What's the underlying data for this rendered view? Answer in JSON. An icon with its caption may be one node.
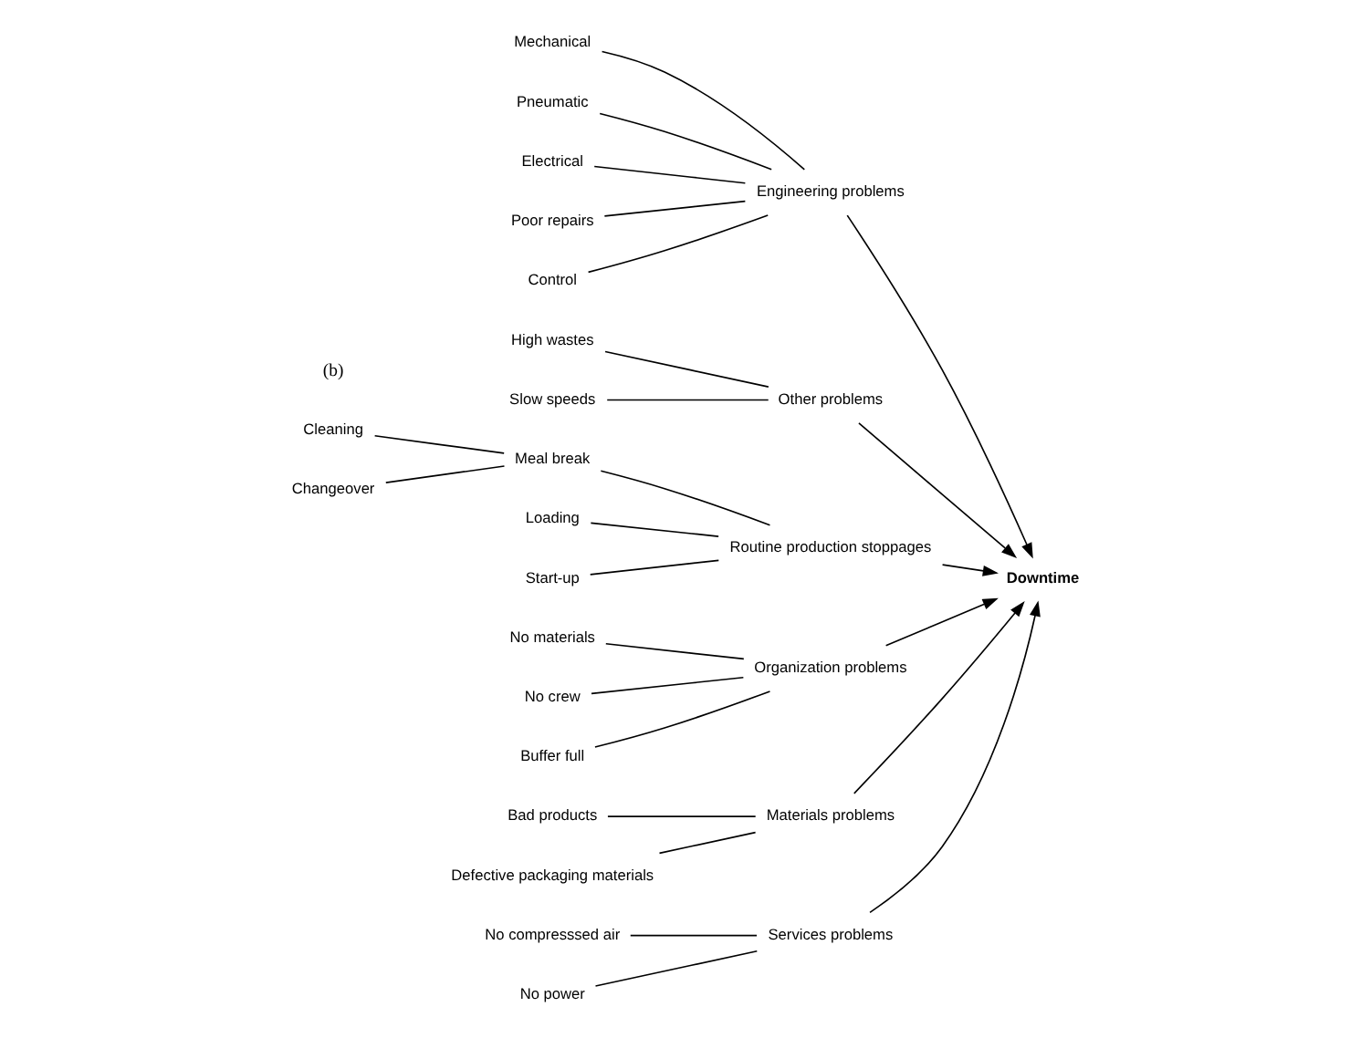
{
  "diagram": {
    "nodes": [
      {
        "text": [
          "Services problems"
        ]
      },
      {
        "text": [
          "No compresssed air"
        ]
      },
      {
        "text": [
          "No power"
        ]
      },
      {
        "text": [
          "Engineering problems"
        ]
      },
      {
        "text": [
          "Mechanical"
        ]
      },
      {
        "text": [
          "Pneumatic"
        ]
      },
      {
        "text": [
          "Electrical"
        ]
      },
      {
        "text": [
          "Poor repairs"
        ]
      },
      {
        "text": [
          "Control"
        ]
      },
      {
        "text": [
          "Other problems"
        ]
      },
      {
        "text": [
          "High wastes"
        ]
      },
      {
        "text": [
          "Slow speeds"
        ]
      },
      {
        "text": [
          "Downtime"
        ]
      },
      {
        "text": [
          "Meal break"
        ]
      },
      {
        "text": [
          "Loading"
        ]
      },
      {
        "text": [
          "Cleaning"
        ]
      },
      {
        "text": [
          "Changeover"
        ]
      },
      {
        "text": [
          "Start-up"
        ]
      },
      {
        "text": [
          "Routine production stoppages"
        ]
      },
      {
        "text": [
          "No materials"
        ]
      },
      {
        "text": [
          "No crew"
        ]
      },
      {
        "text": [
          "Buffer full"
        ]
      },
      {
        "text": [
          "Organization problems"
        ]
      },
      {
        "text": [
          "Bad products"
        ]
      },
      {
        "text": [
          "Defective packaging materials"
        ]
      },
      {
        "text": [
          "Materials problems"
        ]
      }
    ],
    "edges": [
      {
        "from": 1,
        "to": 0,
        "arrow": "none"
      },
      {
        "from": 2,
        "to": 0,
        "arrow": "none"
      },
      {
        "from": 4,
        "to": 3,
        "arrow": "none"
      },
      {
        "from": 5,
        "to": 3,
        "arrow": "none"
      },
      {
        "from": 6,
        "to": 3,
        "arrow": "none"
      },
      {
        "from": 7,
        "to": 3,
        "arrow": "none"
      },
      {
        "from": 8,
        "to": 3,
        "arrow": "none"
      },
      {
        "from": 10,
        "to": 9,
        "arrow": "none"
      },
      {
        "from": 11,
        "to": 9,
        "arrow": "none"
      },
      {
        "from": 15,
        "to": 13,
        "arrow": "none"
      },
      {
        "from": 16,
        "to": 13,
        "arrow": "none"
      },
      {
        "from": 13,
        "to": 18,
        "arrow": "none"
      },
      {
        "from": 14,
        "to": 18,
        "arrow": "none"
      },
      {
        "from": 17,
        "to": 18,
        "arrow": "none"
      },
      {
        "from": 19,
        "to": 22,
        "arrow": "none"
      },
      {
        "from": 20,
        "to": 22,
        "arrow": "none"
      },
      {
        "from": 21,
        "to": 22,
        "arrow": "none"
      },
      {
        "from": 23,
        "to": 25,
        "arrow": "none"
      },
      {
        "from": 24,
        "to": 25,
        "arrow": "none"
      },
      {
        "from": 0,
        "to": 12,
        "arrow": "to"
      },
      {
        "from": 3,
        "to": 12,
        "arrow": "to"
      },
      {
        "from": 9,
        "to": 12,
        "arrow": "to"
      },
      {
        "from": 18,
        "to": 12,
        "arrow": "to"
      },
      {
        "from": 22,
        "to": 12,
        "arrow": "to"
      },
      {
        "from": 25,
        "to": 12,
        "arrow": "to"
      }
    ],
    "labels": [
      "(b)"
    ]
  }
}
